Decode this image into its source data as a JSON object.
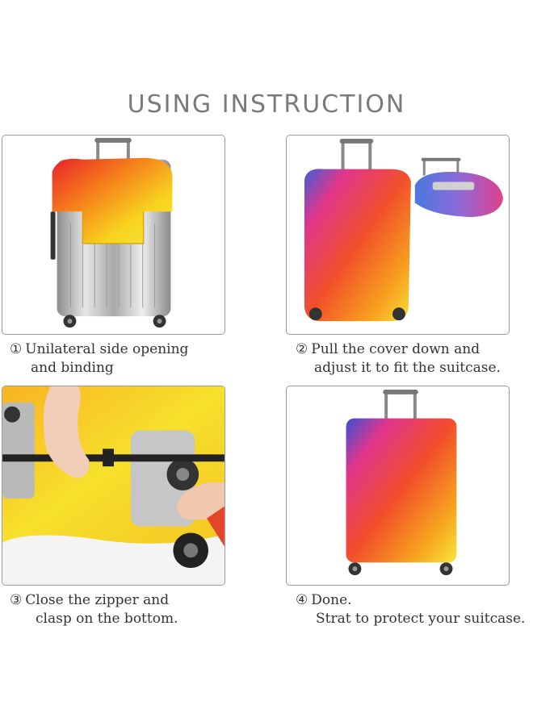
{
  "title": "USING  INSTRUCTION",
  "steps": [
    {
      "number": "①",
      "line1": "Unilateral side opening",
      "line2": "and binding"
    },
    {
      "number": "②",
      "line1": "Pull the cover down and",
      "line2": "adjust it to fit the suitcase."
    },
    {
      "number": "③",
      "line1": "Close the zipper  and",
      "line2": "clasp on the  bottom."
    },
    {
      "number": "④",
      "line1": "Done.",
      "line2": "Strat  to protect your suitcase."
    }
  ],
  "colors": {
    "border": "#9a9a9a",
    "title": "#7a7a7a",
    "caption": "#333333"
  },
  "images": [
    "suitcase-half-covered-photo",
    "suitcase-cover-pulled-down-photo",
    "hands-closing-zipper-photo",
    "suitcase-fully-covered-photo"
  ]
}
